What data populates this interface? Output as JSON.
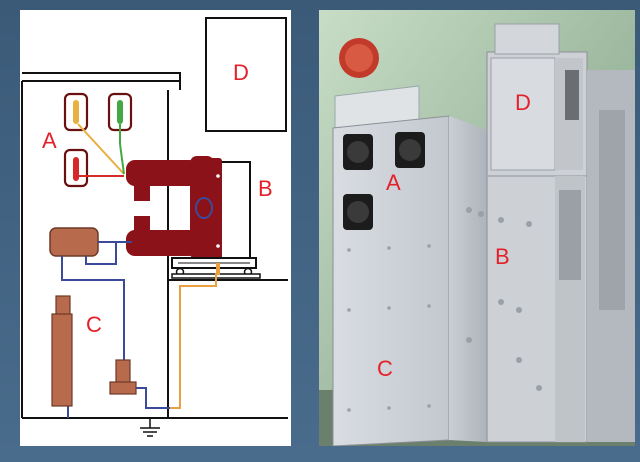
{
  "diagram": {
    "label_a": "A",
    "label_b": "B",
    "label_c": "C",
    "label_d": "D"
  },
  "photo": {
    "label_a": "A",
    "label_b": "B",
    "label_c": "C",
    "label_d": "D"
  },
  "colors": {
    "background": "#3d5f7f",
    "label_red": "#e4202a",
    "breaker_red": "#8b1218",
    "copper": "#b86a4c",
    "wire_yellow": "#e8b040",
    "wire_green": "#44a844",
    "wire_blue": "#3b4a9a",
    "ground_orange": "#e8a040"
  }
}
